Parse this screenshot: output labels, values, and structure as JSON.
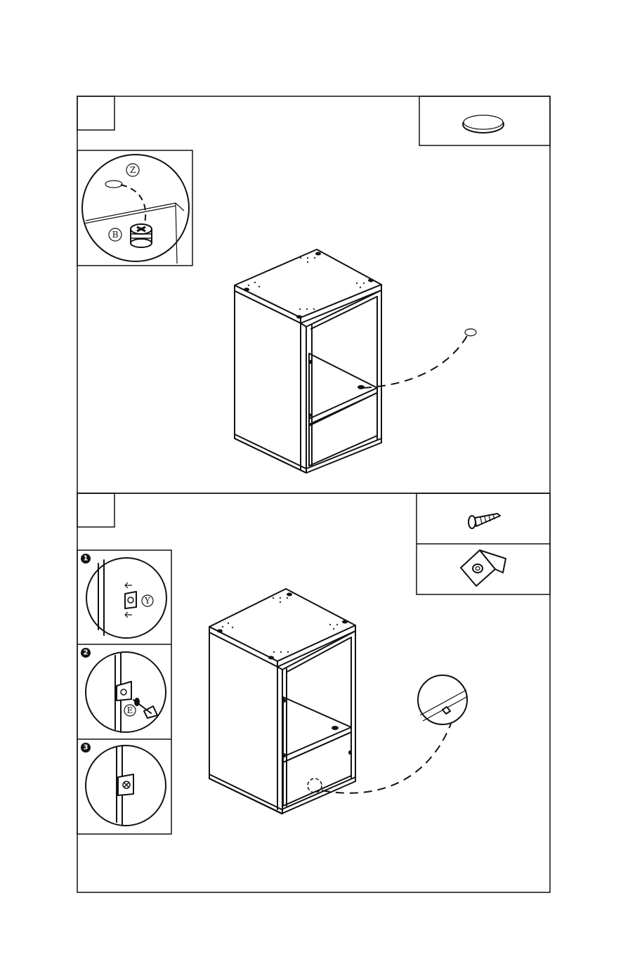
{
  "step_a": {
    "number": "",
    "detail_labels": {
      "cap": "Z",
      "cam": "B"
    }
  },
  "step_b": {
    "number": "",
    "substeps": [
      "1",
      "2",
      "3"
    ],
    "detail_labels": {
      "bracket": "Y",
      "screw": "E"
    }
  },
  "parts": {
    "step_a": [
      "cap-disc-icon"
    ],
    "step_b": [
      "screw-icon",
      "corner-bracket-icon"
    ]
  },
  "colors": {
    "line": "#111111",
    "background": "#ffffff"
  }
}
